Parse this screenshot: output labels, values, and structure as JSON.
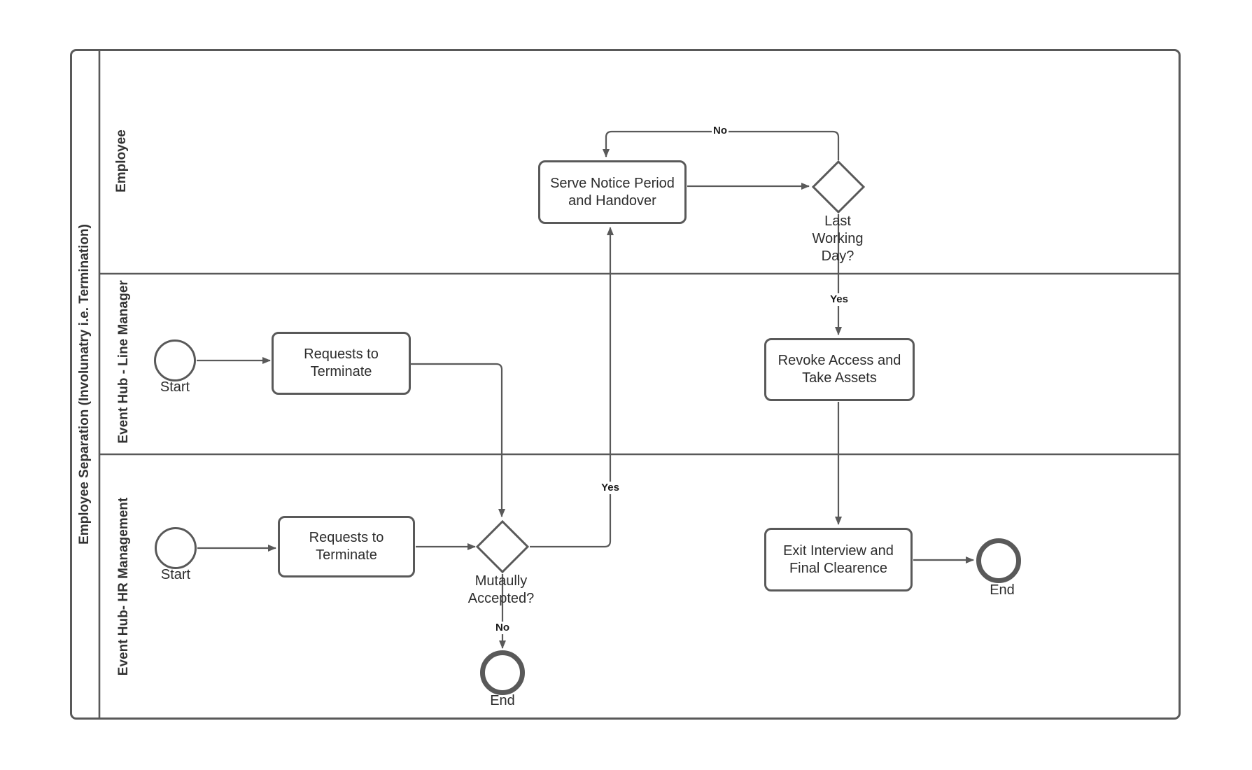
{
  "colors": {
    "stroke": "#595959",
    "node_text": "#2d2d2d",
    "label_text": "#333333",
    "background": "#ffffff"
  },
  "pool": {
    "title": "Employee Separation (Involunatry i.e. Termination)"
  },
  "lanes": [
    {
      "label": "Employee"
    },
    {
      "label": "Event Hub - Line Manager"
    },
    {
      "label": "Event Hub- HR Management"
    }
  ],
  "nodes": {
    "start_line_manager": "Start",
    "task_requests_terminate_lm": "Requests to Terminate",
    "start_hr": "Start",
    "task_requests_terminate_hr": "Requests to Terminate",
    "gateway_mutually_accepted": "Mutaully Accepted?",
    "end_hr": "End",
    "task_serve_notice": "Serve Notice Period and Handover",
    "gateway_last_working_day": "Last Working Day?",
    "task_revoke_access": "Revoke Access and Take Assets",
    "task_exit_interview": "Exit Interview and Final Clearence",
    "end_main": "End"
  },
  "edge_labels": {
    "no_last_working_day": "No",
    "yes_last_working_day": "Yes",
    "yes_mutually_accepted": "Yes",
    "no_mutually_accepted": "No"
  }
}
